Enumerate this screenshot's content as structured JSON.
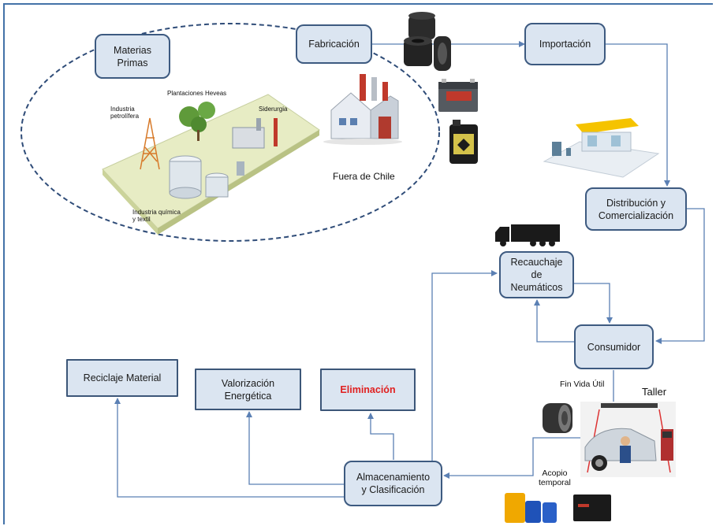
{
  "nodes": {
    "materias_primas": "Materias\nPrimas",
    "fabricacion": "Fabricación",
    "importacion": "Importación",
    "distribucion": "Distribución y\nComercialización",
    "recauchaje": "Recauchaje\nde\nNeumáticos",
    "consumidor": "Consumidor",
    "almacenamiento": "Almacenamiento\ny Clasificación",
    "reciclaje": "Reciclaje Material",
    "valorizacion": "Valorización\nEnergética",
    "eliminacion": "Eliminación"
  },
  "labels": {
    "fuera_de_chile": "Fuera de Chile",
    "fin_vida_util": "Fin Vida Útil",
    "taller": "Taller",
    "acopio_temporal": "Acopio\ntemporal",
    "industria_petrolifera": "Industria\npetrolífera",
    "plantaciones": "Plantaciones Heveas",
    "siderurgia": "Siderurgia",
    "industria_quimica": "Industria química\ny textil"
  },
  "colors": {
    "node_fill": "#dbe5f1",
    "node_border": "#3d5a80",
    "arrow": "#5b80b4",
    "dashed": "#2f4c78",
    "elim_text": "#e02020"
  },
  "icons": [
    "tires-icon",
    "car-battery-icon",
    "oil-can-icon",
    "factory-icon",
    "truck-icon",
    "shop-icon",
    "mechanic-icon",
    "drums-icon",
    "industrial-landscape-icon"
  ]
}
